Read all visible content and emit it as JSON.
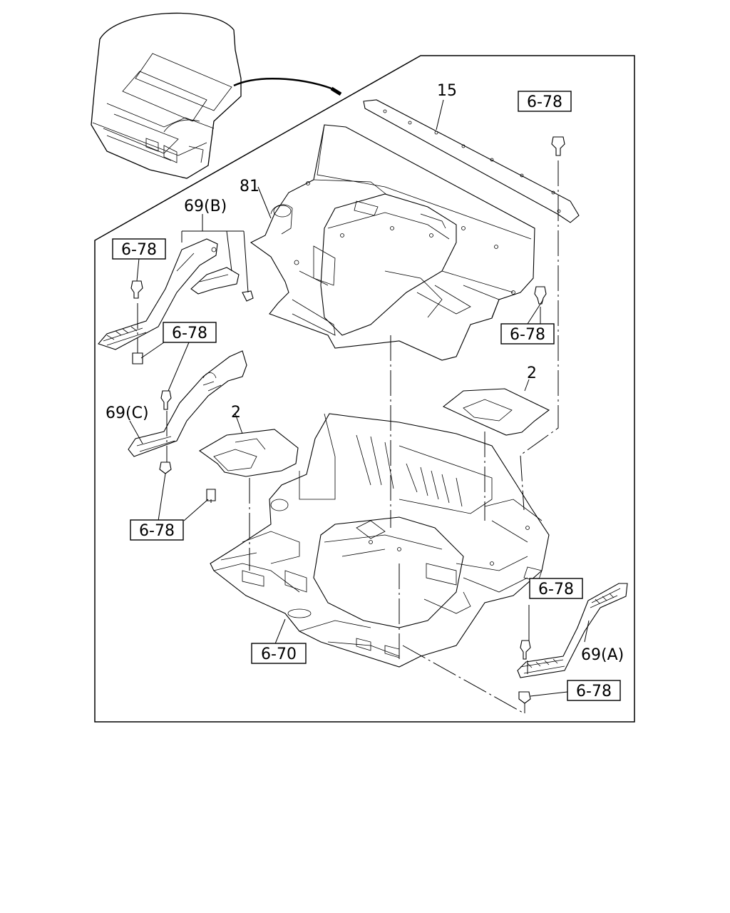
{
  "diagram": {
    "ref_boxes": [
      {
        "id": "ref-1",
        "text": "6-78"
      },
      {
        "id": "ref-2",
        "text": "6-78"
      },
      {
        "id": "ref-3",
        "text": "6-78"
      },
      {
        "id": "ref-4",
        "text": "6-78"
      },
      {
        "id": "ref-5",
        "text": "6-78"
      },
      {
        "id": "ref-6",
        "text": "6-70"
      },
      {
        "id": "ref-7",
        "text": "6-78"
      },
      {
        "id": "ref-8",
        "text": "6-78"
      }
    ],
    "part_labels": {
      "p15": "15",
      "p81": "81",
      "p69b": "69(B)",
      "p69c": "69(C)",
      "p2_left": "2",
      "p2_right": "2",
      "p69a": "69(A)"
    }
  }
}
